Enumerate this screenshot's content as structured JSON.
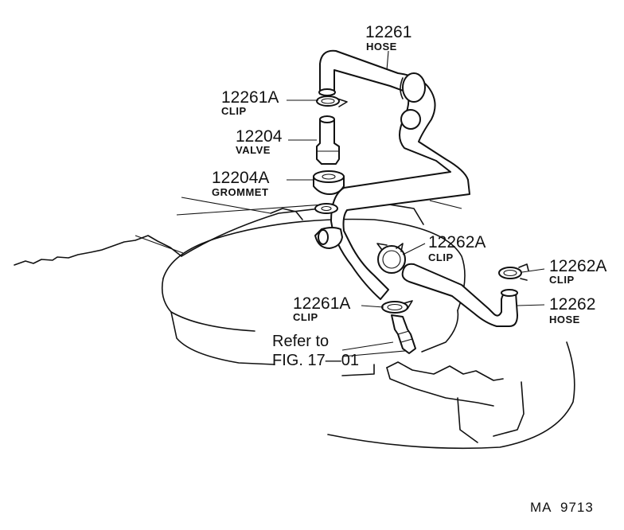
{
  "diagram_code": "MA  9713",
  "reference": {
    "line1": "Refer to",
    "line2": "FIG. 17—01"
  },
  "parts": [
    {
      "number": "12261",
      "name": "HOSE"
    },
    {
      "number": "12261A",
      "name": "CLIP"
    },
    {
      "number": "12204",
      "name": "VALVE"
    },
    {
      "number": "12204A",
      "name": "GROMMET"
    },
    {
      "number": "12262A",
      "name": "CLIP"
    },
    {
      "number": "12261A",
      "name": "CLIP"
    },
    {
      "number": "12262A",
      "name": "CLIP"
    },
    {
      "number": "12262",
      "name": "HOSE"
    }
  ]
}
